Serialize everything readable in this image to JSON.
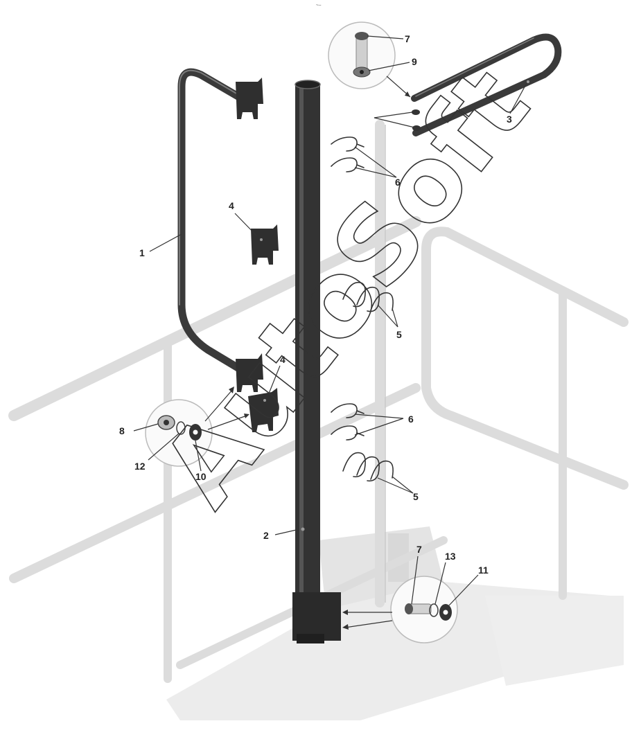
{
  "header_mark": "~--",
  "watermark": "AutoSoft",
  "callouts": {
    "c1": "1",
    "c2": "2",
    "c3": "3",
    "c4a": "4",
    "c4b": "4",
    "c5a": "5",
    "c5b": "5",
    "c6a": "6",
    "c6b": "6",
    "c7a": "7",
    "c7b": "7",
    "c8": "8",
    "c9": "9",
    "c10": "10",
    "c11": "11",
    "c12": "12",
    "c13": "13"
  },
  "colors": {
    "part_dark": "#2f2f2f",
    "background_structure": "#dcdcdc",
    "background": "#ffffff"
  }
}
